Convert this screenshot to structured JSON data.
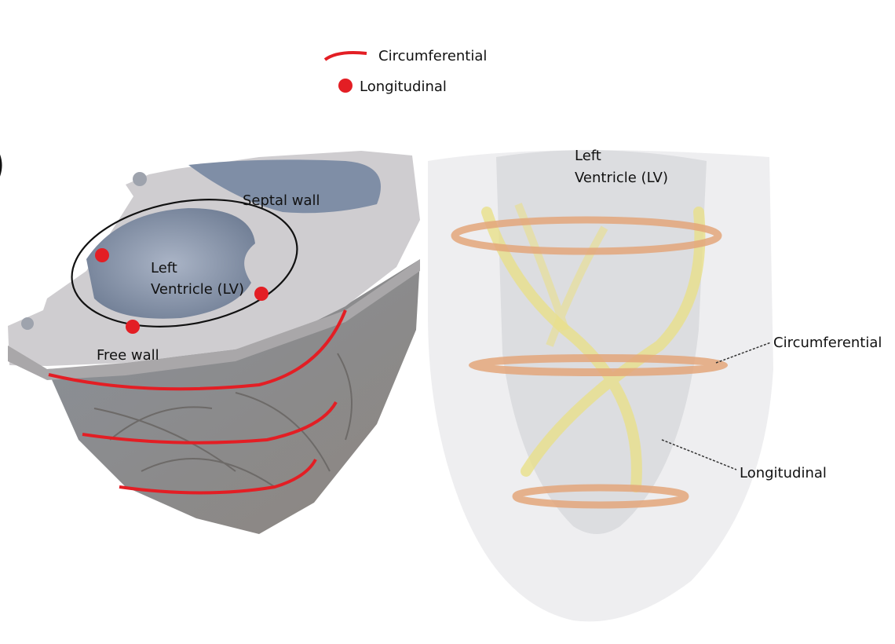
{
  "legend": {
    "items": [
      {
        "symbol": "red-curve",
        "label": "Circumferential"
      },
      {
        "symbol": "red-dot",
        "label": "Longitudinal"
      }
    ]
  },
  "left_panel": {
    "labels": {
      "septal_wall": "Septal wall",
      "lv_line1": "Left",
      "lv_line2": "Ventricle (LV)",
      "free_wall": "Free wall"
    }
  },
  "right_panel": {
    "labels": {
      "lv_line1": "Left",
      "lv_line2": "Ventricle (LV)",
      "circumferential": "Circumferential",
      "longitudinal": "Longitudinal"
    }
  },
  "colors": {
    "marker_red": "#e31e24",
    "ring_orange": "#e8b48a",
    "helix_yellow": "#e9e08a",
    "heart_gray": "#8f8c8a",
    "slab_gray": "#cfcdd0",
    "cavity_blue": "#7f8ea6"
  }
}
